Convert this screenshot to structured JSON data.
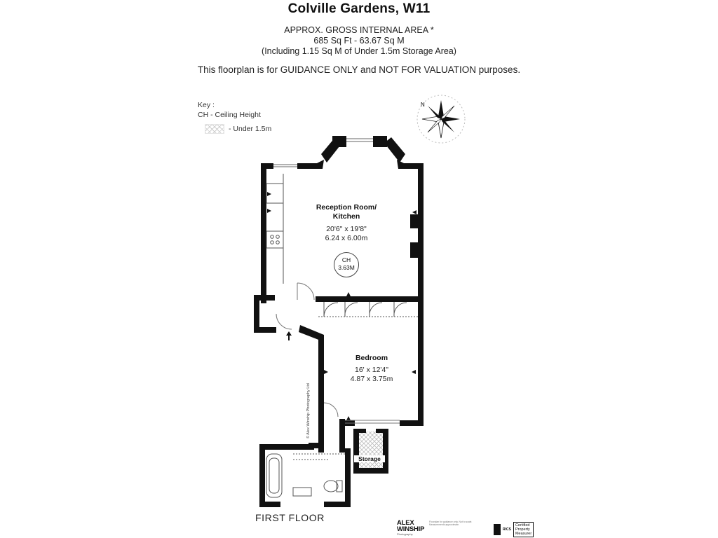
{
  "header": {
    "title": "Colville Gardens, W11",
    "area_line1": "APPROX. GROSS INTERNAL  AREA *",
    "area_line2": "685 Sq Ft  -  63.67 Sq M",
    "area_line3": "(Including 1.15 Sq M of Under 1.5m Storage Area)",
    "guidance": "This floorplan is for GUIDANCE ONLY and NOT FOR VALUATION purposes."
  },
  "key": {
    "title": "Key :",
    "ceiling": "CH - Ceiling Height",
    "under": "- Under 1.5m"
  },
  "compass": {
    "north_label": "N",
    "icon": "compass-rose-icon"
  },
  "rooms": {
    "reception": {
      "name_line1": "Reception Room/",
      "name_line2": "Kitchen",
      "imperial": "20'6\" x 19'8\"",
      "metric": "6.24 x 6.00m"
    },
    "ceiling": {
      "label": "CH",
      "value": "3.63M"
    },
    "bedroom": {
      "name": "Bedroom",
      "imperial": "16' x 12'4\"",
      "metric": "4.87 x 3.75m"
    },
    "storage": {
      "name": "Storage"
    }
  },
  "floor_label": "FIRST FLOOR",
  "credit": "© Alex Winship Photography Ltd",
  "footer": {
    "logo_name_1": "ALEX",
    "logo_name_2": "WINSHIP",
    "logo_sub": "Photography",
    "disclaimer": "Floorplan for guidance only. Not to scale. Measurements approximate.",
    "badge_org": "RICS",
    "badge_line1": "Certified",
    "badge_line2": "Property",
    "badge_line3": "Measurer"
  },
  "colors": {
    "wall": "#111111",
    "hatch": "#cfcfcf",
    "fixture": "#555555"
  }
}
